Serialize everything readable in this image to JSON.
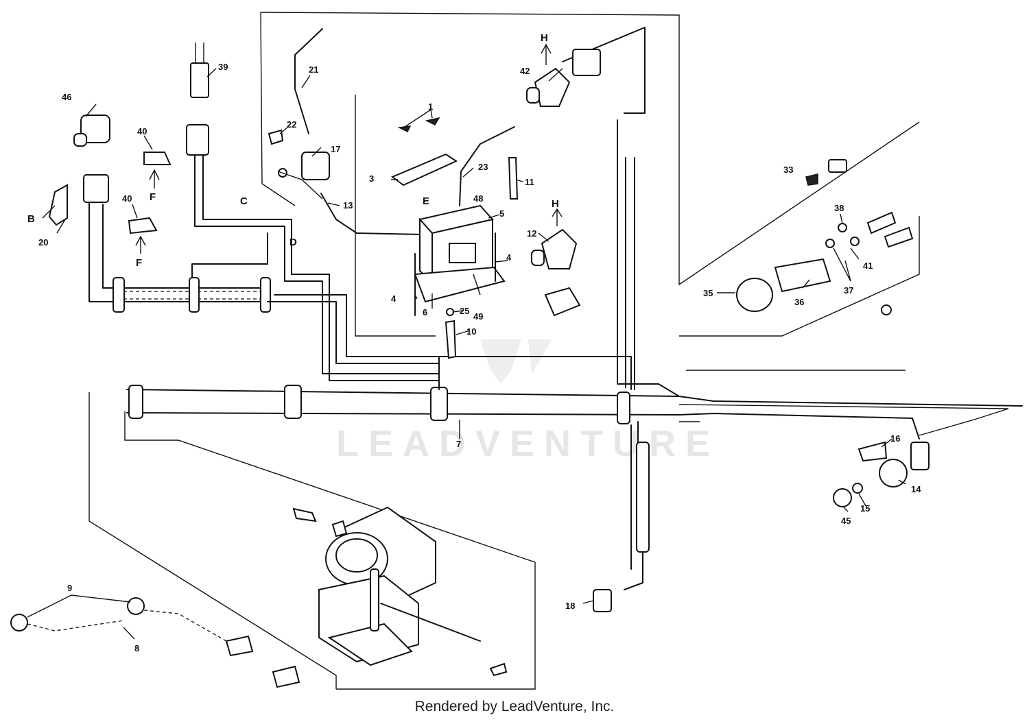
{
  "watermark": {
    "brand": "LEADVENTURE"
  },
  "credit": "Rendered by LeadVenture, Inc.",
  "callouts": {
    "c1": "1",
    "c3": "3",
    "c4a": "4",
    "c4b": "4",
    "c5": "5",
    "c6": "6",
    "c7": "7",
    "c8": "8",
    "c9": "9",
    "c10": "10",
    "c11": "11",
    "c12": "12",
    "c13": "13",
    "c14": "14",
    "c15": "15",
    "c16": "16",
    "c17": "17",
    "c18": "18",
    "c20": "20",
    "c21": "21",
    "c22": "22",
    "c23": "23",
    "c25": "25",
    "c33": "33",
    "c35": "35",
    "c36": "36",
    "c37": "37",
    "c38": "38",
    "c39": "39",
    "c40a": "40",
    "c40b": "40",
    "c41": "41",
    "c42": "42",
    "c45": "45",
    "c46": "46",
    "c48": "48",
    "c49": "49"
  },
  "references": {
    "B": "B",
    "C": "C",
    "D": "D",
    "E": "E",
    "F1": "F",
    "F2": "F",
    "H1": "H",
    "H2": "H"
  }
}
